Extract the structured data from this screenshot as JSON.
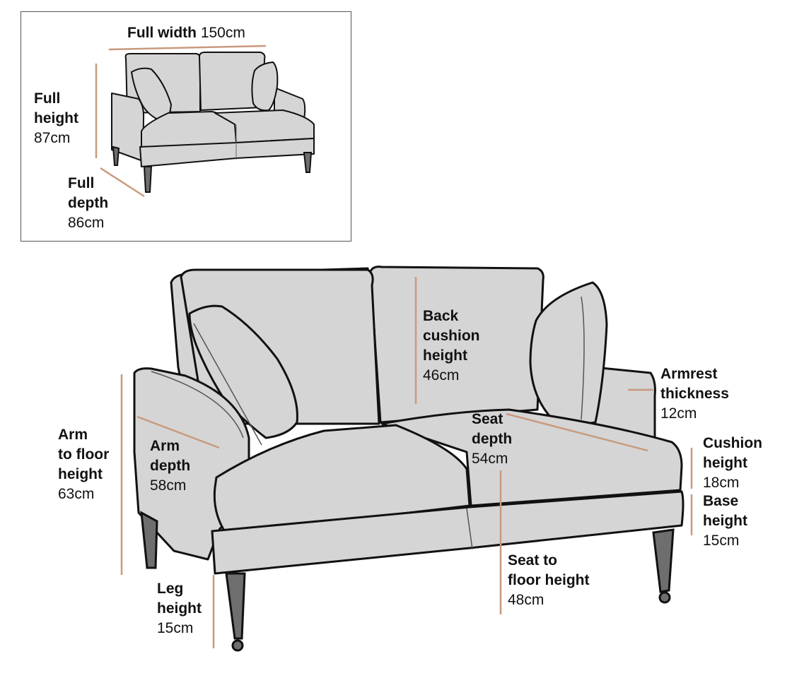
{
  "inset": {
    "full_width": {
      "label": "Full width",
      "value": "150cm"
    },
    "full_height": {
      "line1": "Full",
      "line2": "height",
      "value": "87cm"
    },
    "full_depth": {
      "line1": "Full",
      "line2": "depth",
      "value": "86cm"
    }
  },
  "main": {
    "back_cushion_height": {
      "line1": "Back",
      "line2": "cushion",
      "line3": "height",
      "value": "46cm"
    },
    "armrest_thickness": {
      "line1": "Armrest",
      "line2": "thickness",
      "value": "12cm"
    },
    "arm_to_floor_height": {
      "line1": "Arm",
      "line2": "to floor",
      "line3": "height",
      "value": "63cm"
    },
    "arm_depth": {
      "line1": "Arm",
      "line2": "depth",
      "value": "58cm"
    },
    "seat_depth": {
      "line1": "Seat",
      "line2": "depth",
      "value": "54cm"
    },
    "cushion_height": {
      "line1": "Cushion",
      "line2": "height",
      "value": "18cm"
    },
    "base_height": {
      "line1": "Base",
      "line2": "height",
      "value": "15cm"
    },
    "seat_to_floor_height": {
      "line1": "Seat to",
      "line2": "floor height",
      "value": "48cm"
    },
    "leg_height": {
      "line1": "Leg",
      "line2": "height",
      "value": "15cm"
    }
  },
  "colors": {
    "sofa_fill": "#d5d5d5",
    "outline": "#111111",
    "dimension_line": "#c99a7e",
    "leg": "#6e6e6e",
    "frame_border": "#555555"
  }
}
